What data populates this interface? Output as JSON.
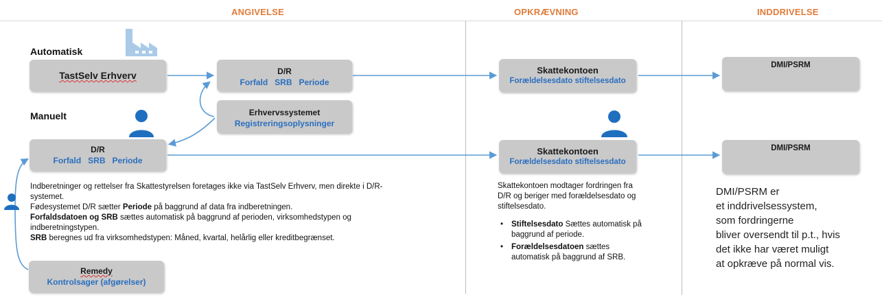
{
  "headers": {
    "angivelse": "ANGIVELSE",
    "opkraevning": "OPKRÆVNING",
    "inddrivelse": "INDDRIVELSE"
  },
  "labels": {
    "automatisk": "Automatisk",
    "manuelt": "Manuelt"
  },
  "boxes": {
    "tastselv": {
      "title": "TastSelv Erhverv"
    },
    "dr_auto": {
      "title": "D/R",
      "subtitle": "Forfald   SRB   Periode"
    },
    "erhvervssystemet": {
      "title": "Erhvervssystemet",
      "subtitle": "Registreringsoplysninger"
    },
    "dr_manual": {
      "title": "D/R",
      "subtitle": "Forfald   SRB   Periode"
    },
    "remedy": {
      "title": "Remedy",
      "subtitle": "Kontrolsager (afgørelser)"
    },
    "skatte_auto": {
      "title": "Skattekontoen",
      "subtitle": "Forældelsesdato stiftelsesdato"
    },
    "skatte_manual": {
      "title": "Skattekontoen",
      "subtitle": "Forældelsesdato stiftelsesdato"
    },
    "dmi_auto": {
      "title": "DMI/PSRM"
    },
    "dmi_manual": {
      "title": "DMI/PSRM"
    }
  },
  "angivelse_text": {
    "line1": "Indberetninger og rettelser fra Skattestyrelsen foretages ikke via TastSelv Erhverv, men direkte i D/R-",
    "line2": "systemet.",
    "line3a": "Fødesystemet D/R sætter ",
    "line3b": "Periode",
    "line3c": " på baggrund af data fra indberetningen.",
    "line4a": "Forfaldsdatoen og SRB",
    "line4b": " sættes automatisk på baggrund af perioden, virksomhedstypen og",
    "line5": "indberetningstypen.",
    "line6a": "SRB",
    "line6b": " beregnes ud fra virksomhedstypen: Måned, kvartal, helårlig eller kreditbegrænset."
  },
  "opkraevning_text": {
    "line1": "Skattekontoen modtager fordringen fra",
    "line2": "D/R og beriger med forældelsesdato og",
    "line3": "stiftelsesdato.",
    "b1_bold": "Stiftelsesdato",
    "b1_rest": " Sættes automatisk på",
    "b1_line2": "baggrund af periode.",
    "b2_bold": "Forældelsesdatoen",
    "b2_rest": " sættes",
    "b2_line2": "automatisk på baggrund af SRB."
  },
  "inddrivelse_text": {
    "line1": "DMI/PSRM er",
    "line2": "et inddrivelsessystem,",
    "line3": "som fordringerne",
    "line4": "bliver oversendt til p.t., hvis",
    "line5": "det ikke har været muligt",
    "line6": "at opkræve på normal vis."
  },
  "colors": {
    "header": "#e07b39",
    "box": "#c9c9c9",
    "accent": "#2a6fbf",
    "icon": "#1f6fbf",
    "factory": "#a9cbe8"
  }
}
